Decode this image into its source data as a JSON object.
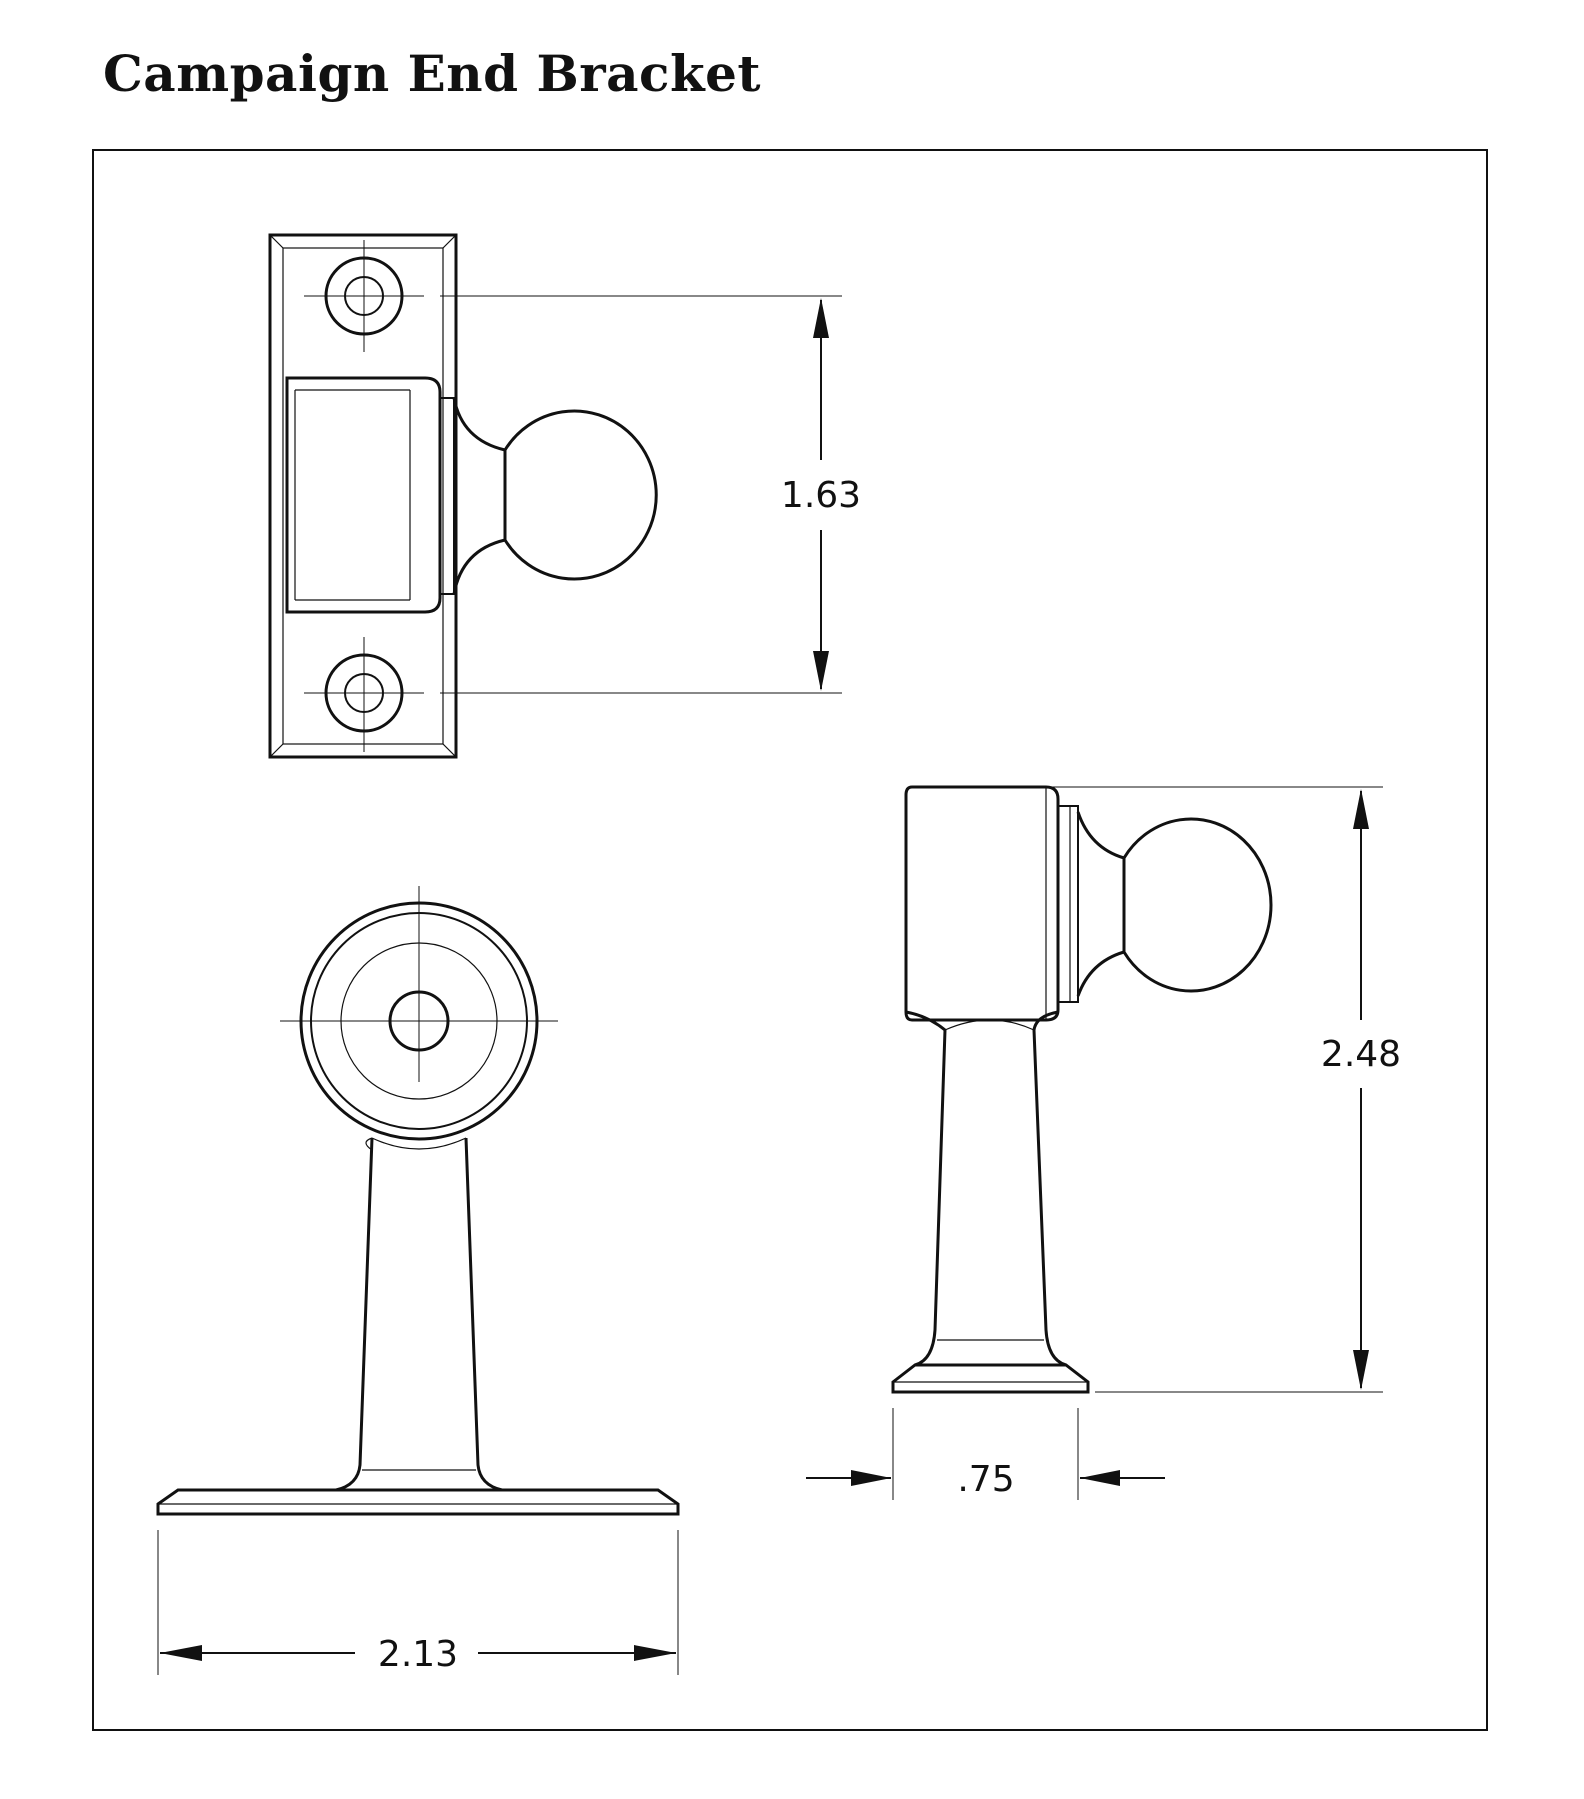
{
  "title": "Campaign End Bracket",
  "dimensions": {
    "hole_spacing": "1.63",
    "overall_height": "2.48",
    "depth": ".75",
    "base_width": "2.13"
  }
}
